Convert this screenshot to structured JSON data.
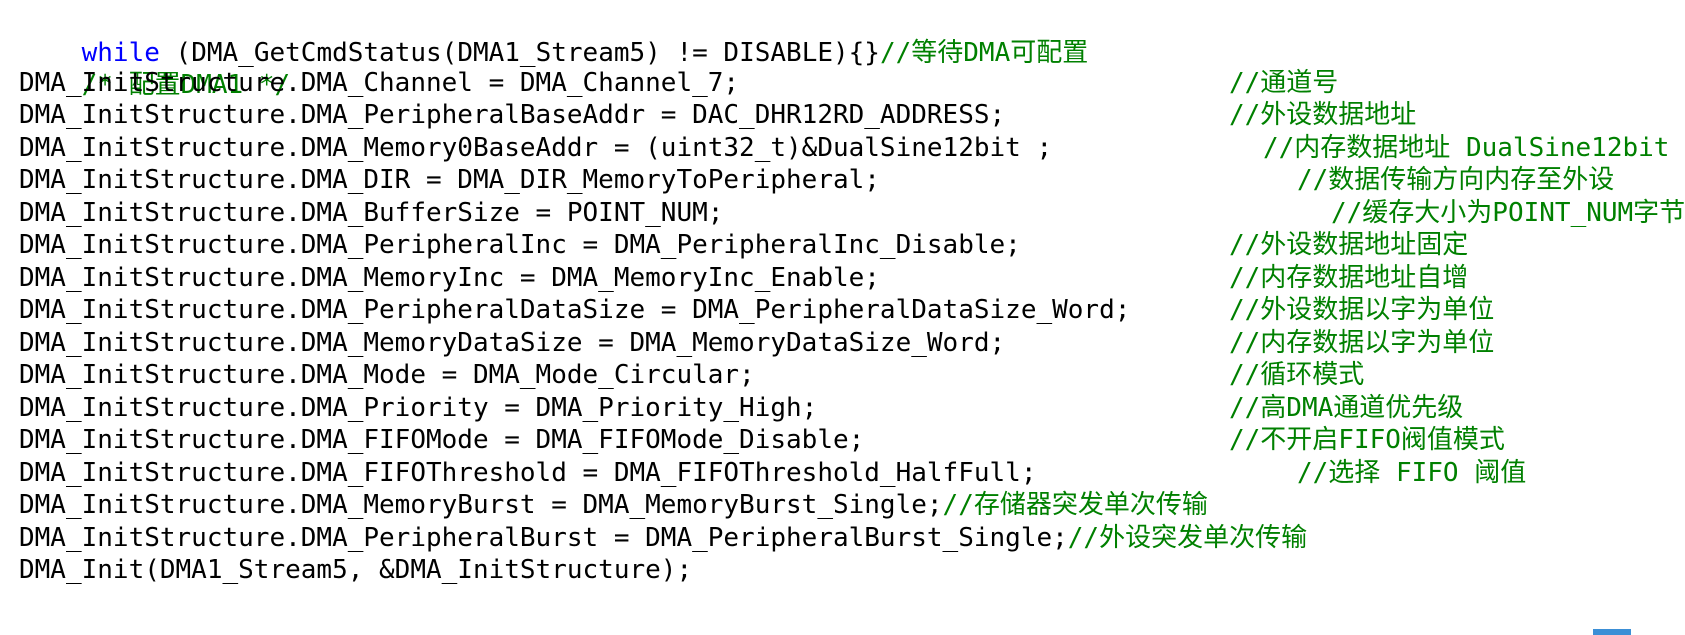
{
  "editor": {
    "colors": {
      "background": "#ffffff",
      "code": "#000000",
      "keyword": "#0000ff",
      "comment": "#008000"
    },
    "lines": [
      {
        "keyword": "while",
        "code": " (DMA_GetCmdStatus(DMA1_Stream5) != DISABLE){}",
        "comment": "//等待DMA可配置"
      },
      {
        "keyword": "",
        "code": "",
        "comment": "/* 配置DMA1 */"
      },
      {
        "keyword": "",
        "code": "DMA_InitStructure.DMA_Channel = DMA_Channel_7;",
        "comment": "//通道号"
      },
      {
        "keyword": "",
        "code": "DMA_InitStructure.DMA_PeripheralBaseAddr = DAC_DHR12RD_ADDRESS;",
        "comment": "//外设数据地址"
      },
      {
        "keyword": "",
        "code": "DMA_InitStructure.DMA_Memory0BaseAddr = (uint32_t)&DualSine12bit ;",
        "comment": "//内存数据地址 DualSine12bit"
      },
      {
        "keyword": "",
        "code": "DMA_InitStructure.DMA_DIR = DMA_DIR_MemoryToPeripheral;",
        "comment": "//数据传输方向内存至外设"
      },
      {
        "keyword": "",
        "code": "DMA_InitStructure.DMA_BufferSize = POINT_NUM;",
        "comment": "//缓存大小为POINT_NUM字节"
      },
      {
        "keyword": "",
        "code": "DMA_InitStructure.DMA_PeripheralInc = DMA_PeripheralInc_Disable;",
        "comment": "//外设数据地址固定"
      },
      {
        "keyword": "",
        "code": "DMA_InitStructure.DMA_MemoryInc = DMA_MemoryInc_Enable;",
        "comment": "//内存数据地址自增"
      },
      {
        "keyword": "",
        "code": "DMA_InitStructure.DMA_PeripheralDataSize = DMA_PeripheralDataSize_Word;",
        "comment": "//外设数据以字为单位"
      },
      {
        "keyword": "",
        "code": "DMA_InitStructure.DMA_MemoryDataSize = DMA_MemoryDataSize_Word;",
        "comment": "//内存数据以字为单位"
      },
      {
        "keyword": "",
        "code": "DMA_InitStructure.DMA_Mode = DMA_Mode_Circular;",
        "comment": "//循环模式"
      },
      {
        "keyword": "",
        "code": "DMA_InitStructure.DMA_Priority = DMA_Priority_High;",
        "comment": "//高DMA通道优先级"
      },
      {
        "keyword": "",
        "code": "DMA_InitStructure.DMA_FIFOMode = DMA_FIFOMode_Disable;",
        "comment": "//不开启FIFO阀值模式"
      },
      {
        "keyword": "",
        "code": "DMA_InitStructure.DMA_FIFOThreshold = DMA_FIFOThreshold_HalfFull;",
        "comment": "//选择 FIFO 阈值"
      },
      {
        "keyword": "",
        "code": "DMA_InitStructure.DMA_MemoryBurst = DMA_MemoryBurst_Single;",
        "comment": "//存储器突发单次传输"
      },
      {
        "keyword": "",
        "code": "DMA_InitStructure.DMA_PeripheralBurst = DMA_PeripheralBurst_Single;",
        "comment": "//外设突发单次传输"
      },
      {
        "keyword": "",
        "code": "DMA_Init(DMA1_Stream5, &DMA_InitStructure);",
        "comment": ""
      }
    ]
  }
}
